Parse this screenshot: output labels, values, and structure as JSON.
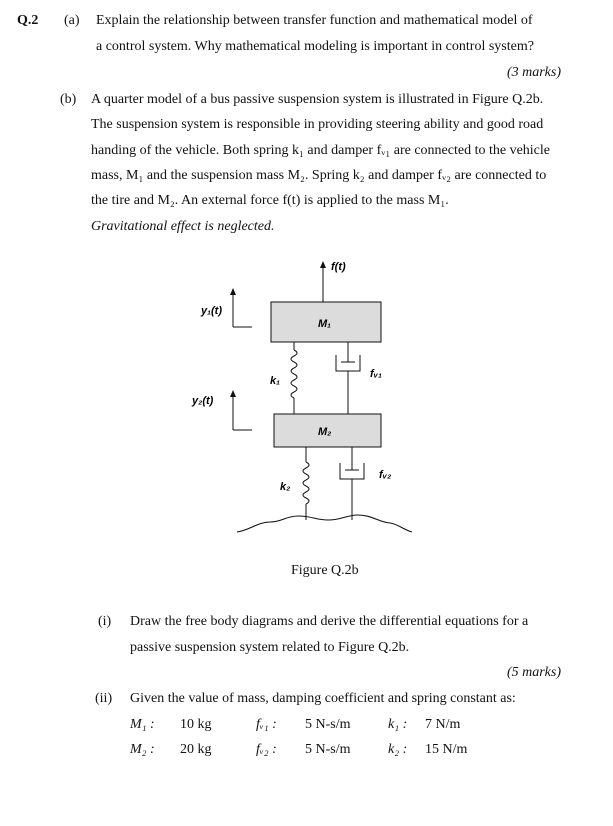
{
  "question": {
    "number": "Q.2",
    "part_a": {
      "label": "(a)",
      "line1": "Explain the relationship between transfer function and mathematical model of",
      "line2": "a control system. Why mathematical modeling is important in control system?",
      "marks": "(3 marks)"
    },
    "part_b": {
      "label": "(b)",
      "lines": [
        "A quarter model of a bus passive suspension system is illustrated in Figure Q.2b.",
        "The suspension system is responsible in providing steering ability and good road",
        "handing of the vehicle. Both spring k₁ and damper fᵥ₁ are connected to the vehicle",
        "mass, M₁ and the suspension mass M₂. Spring k₂ and damper fᵥ₂ are connected to",
        "the tire and M₂. An external force f(t) is applied to the mass M₁."
      ],
      "note": "Gravitational effect is neglected."
    }
  },
  "figure": {
    "force_label": "f(t)",
    "y1_label": "y₁(t)",
    "y2_label": "y₂(t)",
    "m1_label": "M₁",
    "m2_label": "M₂",
    "k1_label": "k₁",
    "k2_label": "k₂",
    "fv1_label": "fᵥ₁",
    "fv2_label": "fᵥ₂",
    "caption": "Figure Q.2b"
  },
  "subparts": {
    "i": {
      "label": "(i)",
      "line1": "Draw the free body diagrams and derive the differential equations for a",
      "line2": "passive suspension system related to Figure Q.2b.",
      "marks": "(5 marks)"
    },
    "ii": {
      "label": "(ii)",
      "line1": "Given the value of mass, damping coefficient and spring constant as:",
      "rows": [
        {
          "m_label": "M₁ :",
          "m_value": "10 kg",
          "f_label": "fᵥ₁ :",
          "f_value": "5 N-s/m",
          "k_label": "k₁ :",
          "k_value": "7 N/m"
        },
        {
          "m_label": "M₂ :",
          "m_value": "20 kg",
          "f_label": "fᵥ₂ :",
          "f_value": "5 N-s/m",
          "k_label": "k₂ :",
          "k_value": "15 N/m"
        }
      ]
    }
  }
}
